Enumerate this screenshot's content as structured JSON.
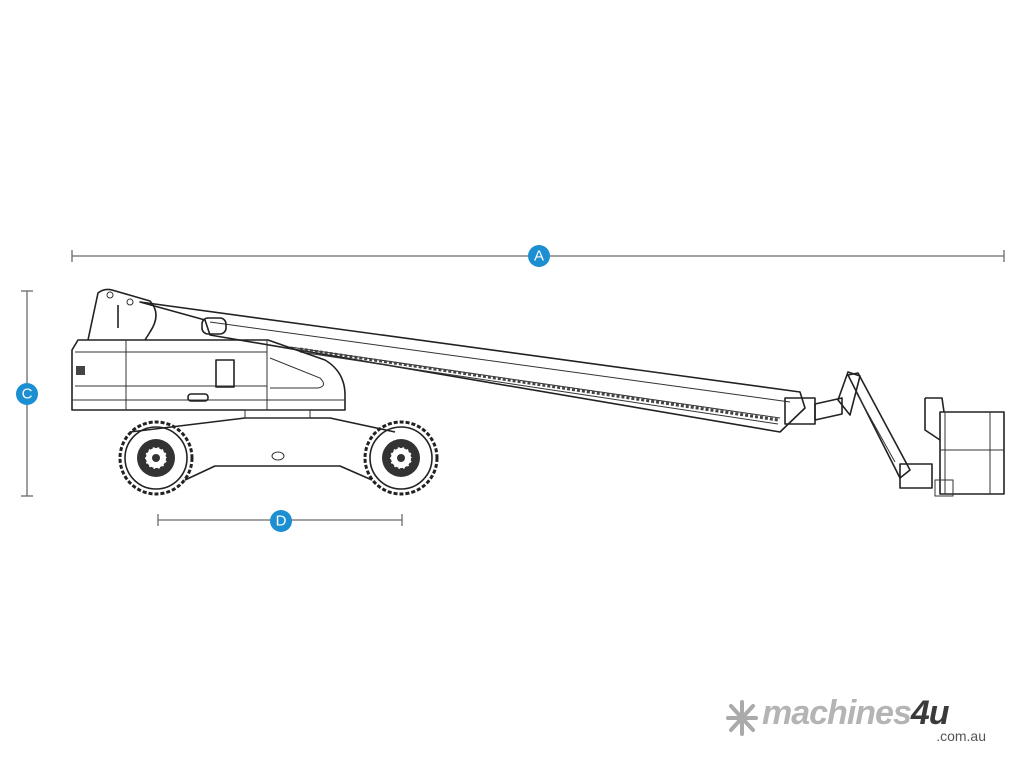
{
  "diagram": {
    "labels": {
      "length": "A",
      "height": "C",
      "wheelbase": "D"
    },
    "badge_color": "#1b8fd2"
  },
  "logo": {
    "name_part1": "machines",
    "name_part2": "4u",
    "domain": ".com.au"
  }
}
